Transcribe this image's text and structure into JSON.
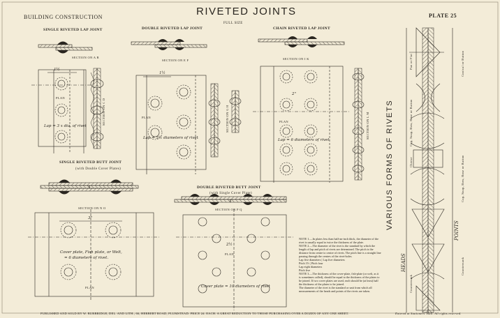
{
  "plate": {
    "left_header": "BUILDING CONSTRUCTION",
    "title": "RIVETED JOINTS",
    "subtitle": "FULL SIZE",
    "plate_number": "PLATE 25"
  },
  "diagrams": {
    "single_lap": {
      "title": "SINGLE RIVETED LAP JOINT",
      "section": "SECTION ON A B",
      "side_section": "SECTION ON C D",
      "plan": "PLAN",
      "note": "Lap = 3 x dia. of rivet",
      "dim": "1½"
    },
    "double_lap": {
      "title": "DOUBLE RIVETED LAP JOINT",
      "section": "SECTION ON E F",
      "side_section": "SECTION ON G H",
      "plan": "PLAN",
      "note": "Lap = 5½ diameters of rivet",
      "dim": "1½"
    },
    "chain_lap": {
      "title": "CHAIN RIVETED LAP JOINT",
      "section": "SECTION ON I K",
      "side_section": "SECTION ON L M",
      "plan": "PLAN",
      "note": "Lap = 6 diameters of rivet",
      "dim": "2\""
    },
    "single_butt": {
      "title": "SINGLE RIVETED BUTT JOINT",
      "subtitle": "(with Double Cover Plates)",
      "section": "SECTION ON N O",
      "plan": "PLAN",
      "note1": "Cover plate, Fish plate, or Welt,",
      "note2": "= 6 diameters of rivet.",
      "dim": "3\""
    },
    "double_butt": {
      "title": "DOUBLE RIVETED BUTT JOINT",
      "subtitle": "(with Single Cover Plate)",
      "section": "SECTION ON P Q",
      "plan": "PLAN",
      "note": "Cover plate = 10 diameters of rivet",
      "dim": "2½"
    }
  },
  "forms": {
    "title": "VARIOUS FORMS OF RIVETS",
    "heads": "HEADS",
    "points": "POINTS",
    "labels": [
      "Pan or Flat",
      "Conical or Button",
      "Cup, Snap, Bow, Rose or Button",
      "Cheese",
      "Cup, Snap, Bow, Rose or Button",
      "Countersunk",
      "Countersunk"
    ]
  },
  "notes": {
    "note1": "NOTE 1.—In plates less than half-an-inch thick, the diameter of the rivet is usually equal to twice the thickness of the plate.",
    "note2": "NOTE 2.—The diameter of the rivet is the standard by which the length of lap and pitch of rivets are determined. The pitch is the distance from centre to centre of rivets. The pitch line is a straight line passing through the centres of the rivet-holes.",
    "pitch1": "Lap five diameters | Lap five diameters",
    "pitch2": "Pitch 3½ | Pitch four",
    "pitch3": "Lap eight diameters",
    "pitch4": "Pitch five",
    "note3": "NOTE 3.—The thickness of the cover-plate, fish-plate (or welt, as it is sometimes called), should be equal to the thickness of the plates to be joined. If two cover plates are used, each should be (at least) half the thickness of the plates to be joined.",
    "note4": "The diameter of the rivet is the standard or unit from which all measurements of the heads and points of the rivets are taken."
  },
  "footer": {
    "text": "PUBLISHED AND SOLD BY W. BURBRIDGE, DEL. AND LITH., 66, HERBERT ROAD, PLUMSTEAD. PRICE 2d. EACH. A GREAT REDUCTION TO THOSE PURCHASING OVER A DOZEN OF ANY ONE SHEET.",
    "right": "Entered at Stationers' Hall.  All rights reserved."
  },
  "colors": {
    "paper": "#f3ecd8",
    "ink": "#2a2620",
    "rivet_fill": "#d8d0bc"
  }
}
